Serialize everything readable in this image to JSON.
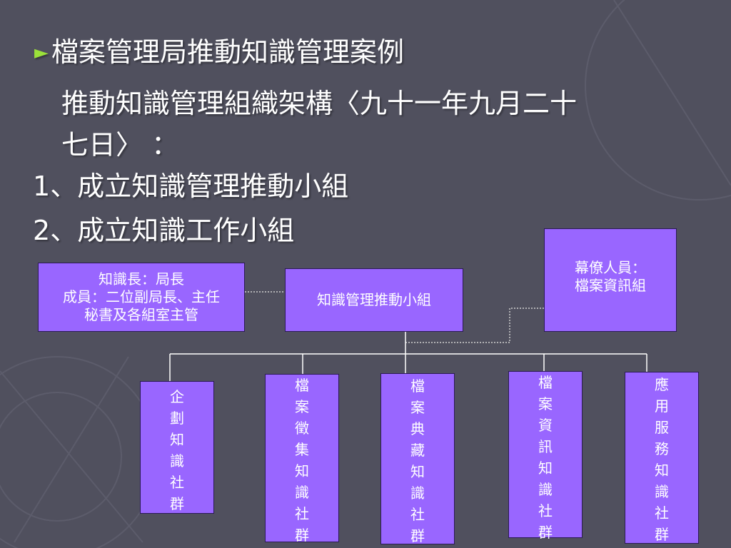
{
  "heading": {
    "bullet_symbol": "►",
    "text": "檔案管理局推動知識管理案例"
  },
  "subheading": {
    "line1": "推動知識管理組織架構〈九十一年九月二十",
    "line2": "七日〉 ："
  },
  "points": [
    {
      "number": "1",
      "separator": "、",
      "text": "成立知識管理推動小組"
    },
    {
      "number": "2",
      "separator": "、",
      "text": "成立知識工作小組"
    }
  ],
  "org_chart": {
    "left_box": {
      "line1": "知識長：局長",
      "line2": "成員：二位副局長、主任",
      "line3": "秘書及各組室主管"
    },
    "center_box": "知識管理推動小組",
    "right_box": {
      "line1": "幕僚人員：",
      "line2": "檔案資訊組"
    },
    "communities": [
      {
        "chars": [
          "企",
          "劃",
          "知",
          "識",
          "社",
          "群"
        ]
      },
      {
        "chars": [
          "檔",
          "案",
          "徵",
          "集",
          "知",
          "識",
          "社",
          "群"
        ]
      },
      {
        "chars": [
          "檔",
          "案",
          "典",
          "藏",
          "知",
          "識",
          "社",
          "群"
        ]
      },
      {
        "chars": [
          "檔",
          "案",
          "資",
          "訊",
          "知",
          "識",
          "社",
          "群"
        ]
      },
      {
        "chars": [
          "應",
          "用",
          "服",
          "務",
          "知",
          "識",
          "社",
          "群"
        ]
      }
    ],
    "colors": {
      "box_fill": "#9966ff",
      "line": "#ffffff"
    }
  }
}
